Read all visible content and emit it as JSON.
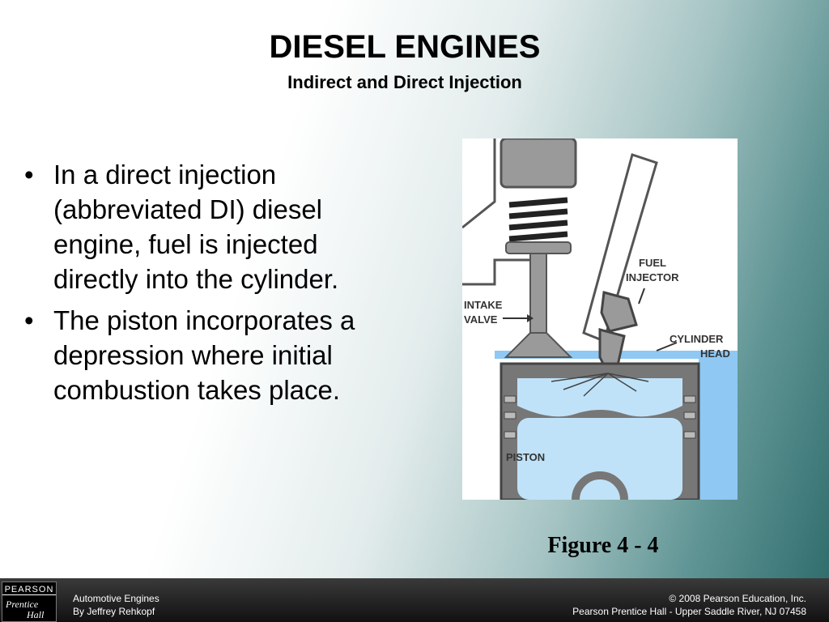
{
  "slide": {
    "title": "DIESEL ENGINES",
    "subtitle": "Indirect and Direct Injection",
    "bullets": [
      "In a direct injection (abbreviated DI) diesel engine, fuel is injected directly into the cylinder.",
      "The piston incorporates a depression where initial combustion takes place."
    ],
    "bullet_symbol": "•"
  },
  "figure": {
    "labels": {
      "fuel_1": "FUEL",
      "fuel_2": "INJECTOR",
      "intake_1": "INTAKE",
      "intake_2": "VALVE",
      "head_1": "CYLINDER",
      "head_2": "HEAD",
      "piston": "PISTON"
    },
    "caption": "Figure 4 - 4"
  },
  "footer": {
    "logo_line1": "PEARSON",
    "logo_line2": "Prentice",
    "logo_line3": "Hall",
    "left_line1": "Automotive Engines",
    "left_line2": "By Jeffrey Rehkopf",
    "right_line1": "© 2008 Pearson Education, Inc.",
    "right_line2": "Pearson Prentice Hall - Upper Saddle River, NJ 07458"
  },
  "colors": {
    "coolant_blue": "#8fc8f2",
    "combustion_blue": "#bfe2f8",
    "metal_gray": "#9a9a9a",
    "dark_metal": "#555555"
  }
}
